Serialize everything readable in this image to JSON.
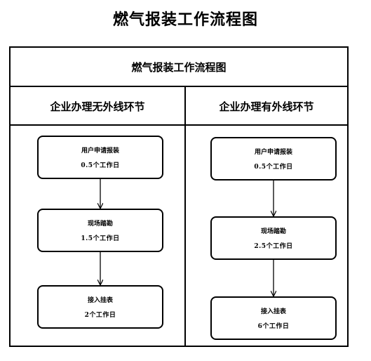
{
  "page_title": "燃气报装工作流程图",
  "frame_title": "燃气报装工作流程图",
  "columns": [
    {
      "header": "企业办理无外线环节",
      "steps": [
        {
          "name": "用户申请报装",
          "duration": "0.5个工作日"
        },
        {
          "name": "现场踏勘",
          "duration": "1.5个工作日"
        },
        {
          "name": "接入挂表",
          "duration": "2个工作日"
        }
      ]
    },
    {
      "header": "企业办理有外线环节",
      "steps": [
        {
          "name": "用户申请报装",
          "duration": "0.5个工作日"
        },
        {
          "name": "现场踏勘",
          "duration": "2.5个工作日"
        },
        {
          "name": "接入挂表",
          "duration": "6个工作日"
        }
      ]
    }
  ]
}
